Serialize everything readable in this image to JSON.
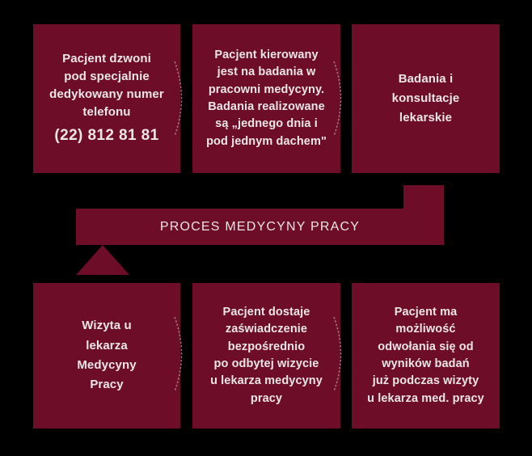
{
  "colors": {
    "background": "#000000",
    "box_fill": "#6d0d28",
    "text": "#ece6e6",
    "connector": "#b0899a"
  },
  "banner": {
    "label": "PROCES MEDYCYNY PRACY"
  },
  "top_row": [
    {
      "name": "call",
      "text": "Pacjent dzwoni\npod specjalnie\ndedykowany numer\ntelefonu",
      "phone": "(22) 812 81 81"
    },
    {
      "name": "lab",
      "text": "Pacjent kierowany\njest na badania w\npracowni medycyny.\nBadania realizowane\nsą „jednego dnia i\npod jednym dachem\""
    },
    {
      "name": "consult",
      "text": "Badania i\nkonsultacje\nlekarskie"
    }
  ],
  "bottom_row": [
    {
      "name": "visit",
      "text": "Wizyta u\nlekarza\nMedycyny\nPracy"
    },
    {
      "name": "certificate",
      "text": "Pacjent dostaje\nzaświadczenie\nbezpośrednio\npo odbytej wizycie\nu lekarza medycyny\npracy"
    },
    {
      "name": "appeal",
      "text": "Pacjent ma\nmożliwość\nodwołania się od\nwyników badań\njuż podczas wizyty\nu lekarza med. pracy"
    }
  ],
  "connectors": [
    {
      "name": "connector-call-to-lab",
      "icon": "chevron-right-icon"
    },
    {
      "name": "connector-lab-to-consult",
      "icon": "chevron-right-icon"
    },
    {
      "name": "connector-visit-to-certificate",
      "icon": "chevron-right-icon"
    },
    {
      "name": "connector-certificate-to-appeal",
      "icon": "chevron-right-icon"
    }
  ]
}
